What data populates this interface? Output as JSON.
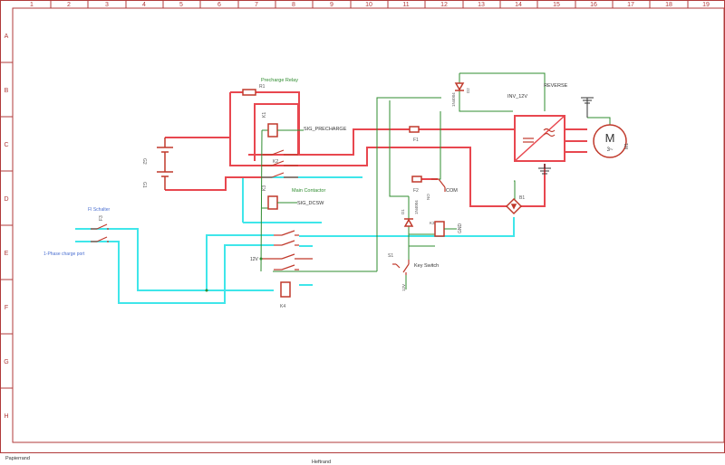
{
  "frame": {
    "columns": [
      "1",
      "2",
      "3",
      "4",
      "5",
      "6",
      "7",
      "8",
      "9",
      "10",
      "11",
      "12",
      "13",
      "14",
      "15",
      "16",
      "17",
      "18",
      "19"
    ],
    "rows": [
      "A",
      "B",
      "C",
      "D",
      "E",
      "F",
      "G",
      "H"
    ]
  },
  "labels": {
    "precharge_relay": "Precharge Relay",
    "main_contactor": "Main Contactor",
    "sig_precharge": "SIG_PRECHARGE",
    "sig_dcsw": "SIG_DCSW",
    "reverse": "REVERSE",
    "inv_12v": "INV_12V",
    "key_switch": "Key Switch",
    "fi_schalter": "FI Schalter",
    "phase_charge": "1-Phase charge port",
    "com": "COM",
    "gnd": "GND",
    "v12": "12V",
    "no": "NO",
    "in4004": "1N4004",
    "motor": "M",
    "motor_phase": "3~"
  },
  "refs": {
    "g1": "G1",
    "g2": "G2",
    "r1": "R1",
    "f1": "F1",
    "f2": "F2",
    "f3": "F3",
    "k1": "K1",
    "k2": "K2",
    "k3": "K3",
    "k4": "K4",
    "d1": "D1",
    "d2": "D2",
    "b1": "B1",
    "s1": "S1",
    "m1": "M1"
  },
  "footer": {
    "left": "Papierrand",
    "center": "Heftrand"
  },
  "colors": {
    "frame": "#b03a3a",
    "power": "#e8474f",
    "ac": "#3fe6ea",
    "signal": "#2f8c2f",
    "symbol": "#c0392b"
  }
}
